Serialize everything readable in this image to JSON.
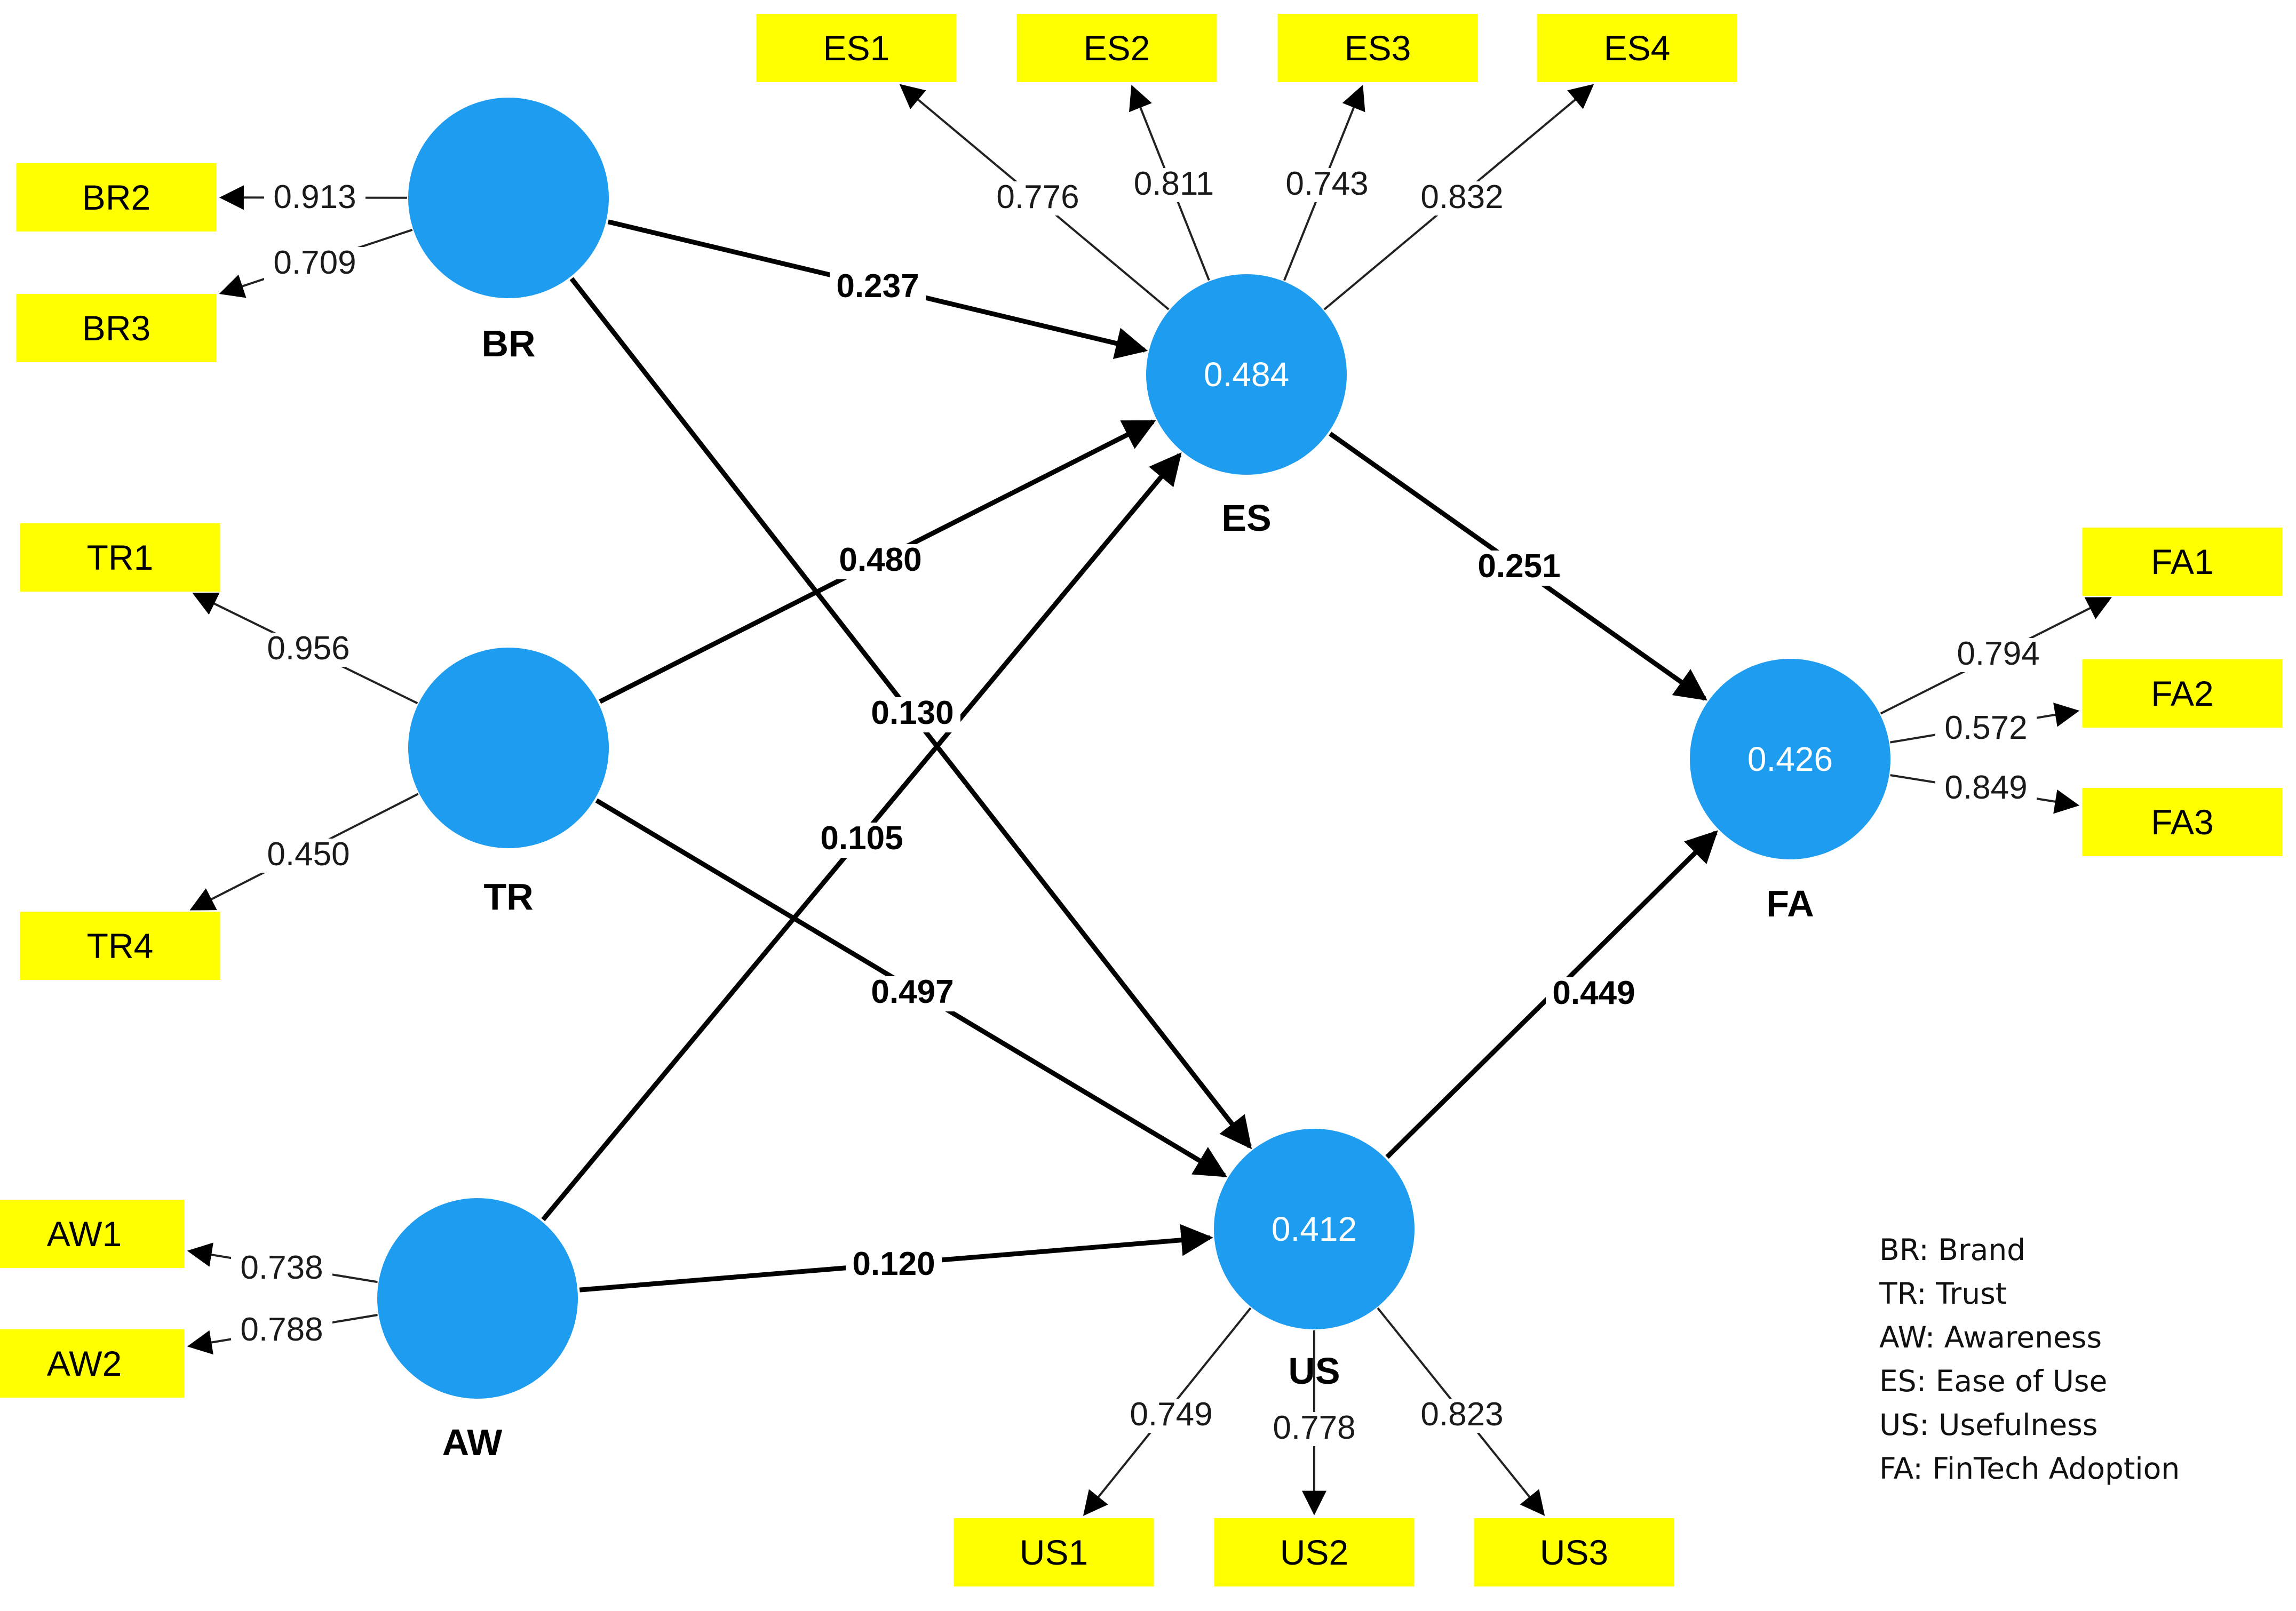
{
  "colors": {
    "latent_fill": "#1e9cf0",
    "indicator_fill": "#ffff00",
    "line": "#000000",
    "r2_text": "#ffffff"
  },
  "latents": [
    {
      "id": "BR",
      "label": "BR",
      "r2": ""
    },
    {
      "id": "TR",
      "label": "TR",
      "r2": ""
    },
    {
      "id": "AW",
      "label": "AW",
      "r2": ""
    },
    {
      "id": "ES",
      "label": "ES",
      "r2": "0.484"
    },
    {
      "id": "US",
      "label": "US",
      "r2": "0.412"
    },
    {
      "id": "FA",
      "label": "FA",
      "r2": "0.426"
    }
  ],
  "indicators": [
    {
      "id": "BR2",
      "label": "BR2",
      "latent": "BR",
      "loading": "0.913"
    },
    {
      "id": "BR3",
      "label": "BR3",
      "latent": "BR",
      "loading": "0.709"
    },
    {
      "id": "TR1",
      "label": "TR1",
      "latent": "TR",
      "loading": "0.956"
    },
    {
      "id": "TR4",
      "label": "TR4",
      "latent": "TR",
      "loading": "0.450"
    },
    {
      "id": "AW1",
      "label": "AW1",
      "latent": "AW",
      "loading": "0.738"
    },
    {
      "id": "AW2",
      "label": "AW2",
      "latent": "AW",
      "loading": "0.788"
    },
    {
      "id": "ES1",
      "label": "ES1",
      "latent": "ES",
      "loading": "0.776"
    },
    {
      "id": "ES2",
      "label": "ES2",
      "latent": "ES",
      "loading": "0.811"
    },
    {
      "id": "ES3",
      "label": "ES3",
      "latent": "ES",
      "loading": "0.743"
    },
    {
      "id": "ES4",
      "label": "ES4",
      "latent": "ES",
      "loading": "0.832"
    },
    {
      "id": "US1",
      "label": "US1",
      "latent": "US",
      "loading": "0.749"
    },
    {
      "id": "US2",
      "label": "US2",
      "latent": "US",
      "loading": "0.778"
    },
    {
      "id": "US3",
      "label": "US3",
      "latent": "US",
      "loading": "0.823"
    },
    {
      "id": "FA1",
      "label": "FA1",
      "latent": "FA",
      "loading": "0.794"
    },
    {
      "id": "FA2",
      "label": "FA2",
      "latent": "FA",
      "loading": "0.572"
    },
    {
      "id": "FA3",
      "label": "FA3",
      "latent": "FA",
      "loading": "0.849"
    }
  ],
  "paths": [
    {
      "from": "BR",
      "to": "ES",
      "coef": "0.237"
    },
    {
      "from": "BR",
      "to": "US",
      "coef": "0.130"
    },
    {
      "from": "TR",
      "to": "ES",
      "coef": "0.480"
    },
    {
      "from": "TR",
      "to": "US",
      "coef": "0.497"
    },
    {
      "from": "AW",
      "to": "ES",
      "coef": "0.105"
    },
    {
      "from": "AW",
      "to": "US",
      "coef": "0.120"
    },
    {
      "from": "ES",
      "to": "FA",
      "coef": "0.251"
    },
    {
      "from": "US",
      "to": "FA",
      "coef": "0.449"
    }
  ],
  "legend": [
    "BR: Brand",
    "TR: Trust",
    "AW: Awareness",
    "ES: Ease of Use",
    "US: Usefulness",
    "FA: FinTech Adoption"
  ]
}
